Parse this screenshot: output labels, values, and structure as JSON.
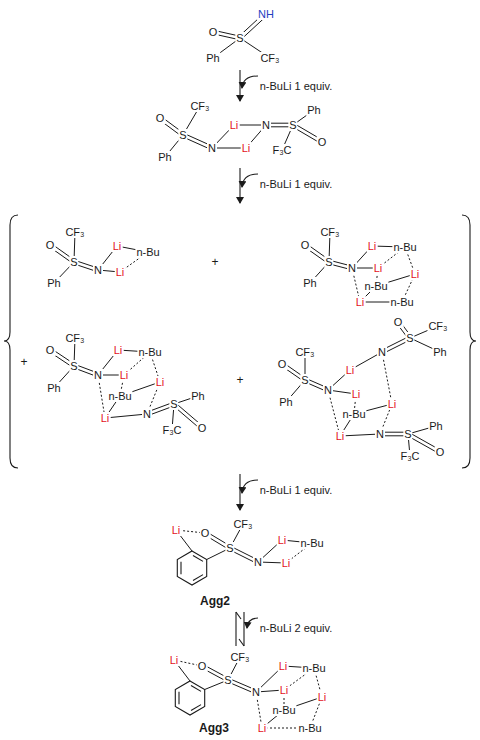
{
  "diagram": {
    "labels": [
      "NH",
      "O",
      "S",
      "Ph",
      "CF₃",
      "n-BuLi 1 equiv.",
      "O",
      "CF₃",
      "S",
      "Ph",
      "N",
      "Li",
      "N",
      "Li",
      "S",
      "Ph",
      "F₃C",
      "O",
      "n-BuLi 1 equiv.",
      "CF₃",
      "O",
      "S",
      "Ph",
      "N",
      "Li",
      "n-Bu",
      "Li",
      "+",
      "CF₃",
      "O",
      "S",
      "Ph",
      "N",
      "Li",
      "n-Bu",
      "Li",
      "Li",
      "n-Bu",
      "Li",
      "n-Bu",
      "+",
      "CF₃",
      "O",
      "S",
      "Ph",
      "N",
      "Li",
      "n-Bu",
      "Li",
      "Li",
      "n-Bu",
      "Li",
      "N",
      "S",
      "Ph",
      "F₃C",
      "O",
      "+",
      "CF₃",
      "O",
      "S",
      "Ph",
      "N",
      "Li",
      "N",
      "S",
      "O",
      "CF₃",
      "Ph",
      "Li",
      "Li",
      "n-Bu",
      "Li",
      "N",
      "S",
      "Ph",
      "F₃C",
      "O",
      "n-BuLi 1 equiv.",
      "Li",
      "O",
      "CF₃",
      "S",
      "N",
      "Li",
      "n-Bu",
      "Li",
      "Agg2",
      "n-BuLi 2 equiv.",
      "Li",
      "O",
      "CF₃",
      "S",
      "N",
      "Li",
      "n-Bu",
      "Li",
      "Li",
      "n-Bu",
      "Li",
      "n-Bu",
      "Agg3"
    ]
  }
}
